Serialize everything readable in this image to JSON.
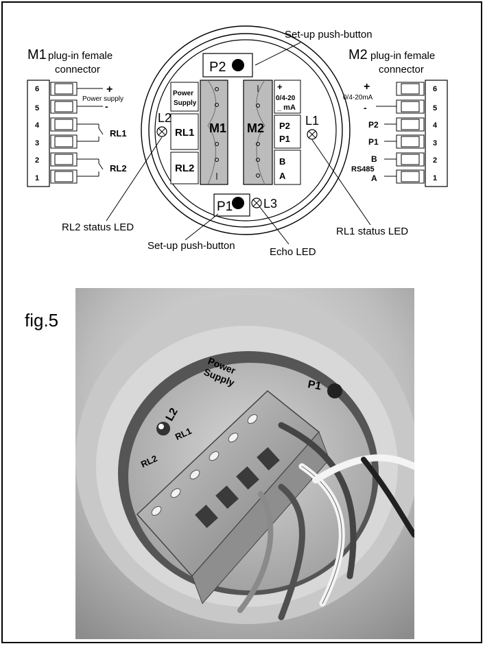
{
  "top_labels": {
    "setup_button_top": "Set-up push-button",
    "m1_title_big": "M1",
    "m1_title_rest": "plug-in female",
    "m1_title_line2": "connector",
    "m2_title_big": "M2",
    "m2_title_rest": "plug-in female",
    "m2_title_line2": "connector",
    "rl2_status": "RL2 status LED",
    "setup_button_bottom": "Set-up push-button",
    "echo_led": "Echo LED",
    "rl1_status": "RL1 status LED"
  },
  "m1_connector": {
    "pins": [
      "6",
      "5",
      "4",
      "3",
      "2",
      "1"
    ],
    "plus": "+",
    "power_supply": "Power supply",
    "minus": "-",
    "rl1": "RL1",
    "rl2": "RL2"
  },
  "m2_connector": {
    "pins": [
      "6",
      "5",
      "4",
      "3",
      "2",
      "1"
    ],
    "plus": "+",
    "current": "0/4-20mA",
    "minus": "-",
    "p2": "P2",
    "p1": "P1",
    "b": "B",
    "rs485": "RS485",
    "a": "A"
  },
  "board": {
    "p2": "P2",
    "p1": "P1",
    "l1": "L1",
    "l2": "L2",
    "l3": "L3",
    "m1": "M1",
    "m2": "M2",
    "power": "Power",
    "supply": "Supply",
    "rl1": "RL1",
    "rl2": "RL2",
    "m2_plus": "+",
    "m2_range": "0/4-20",
    "m2_ma": "_ mA",
    "m2_p2": "P2",
    "m2_p1": "P1",
    "m2_b": "B",
    "m2_a": "A"
  },
  "photo": {
    "label": "fig.5",
    "markings": {
      "power": "Power",
      "supply": "Supply",
      "p1": "P1",
      "l2": "L2",
      "rl1": "RL1",
      "rl2": "RL2"
    }
  }
}
